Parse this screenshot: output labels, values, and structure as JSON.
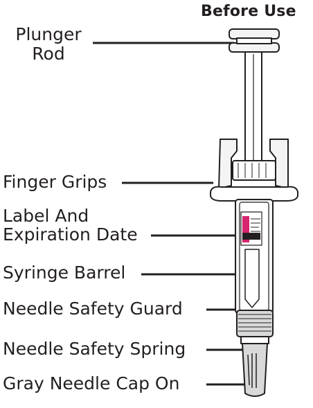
{
  "diagram": {
    "title": "Before Use",
    "labels": {
      "plunger_rod": [
        "Plunger",
        "Rod"
      ],
      "finger_grips": "Finger Grips",
      "label_expiration": [
        "Label And",
        "Expiration Date"
      ],
      "syringe_barrel": "Syringe Barrel",
      "needle_safety_guard": "Needle Safety Guard",
      "needle_safety_spring": "Needle Safety Spring",
      "gray_needle_cap": "Gray Needle Cap On"
    },
    "colors": {
      "stroke": "#231f20",
      "label_accent": "#d6246e",
      "fill_light": "#f4f4f4",
      "fill_gray": "#d9d9d9"
    }
  }
}
